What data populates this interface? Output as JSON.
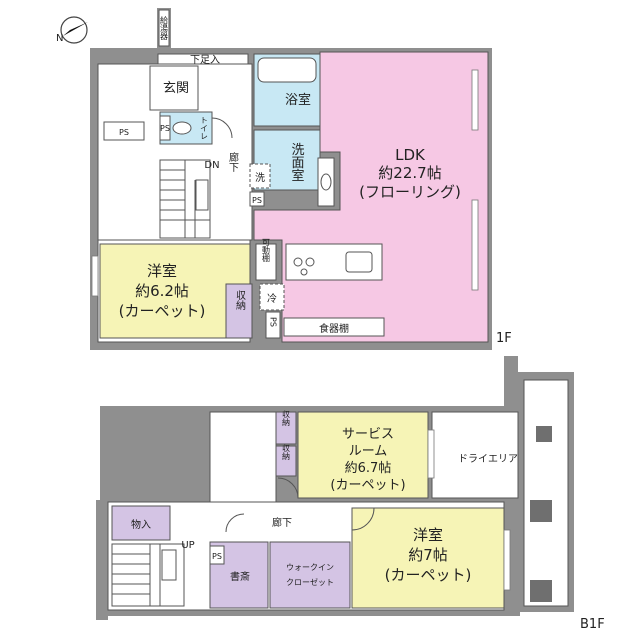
{
  "compass": {
    "north_label": "N"
  },
  "floor_1f": {
    "floor_label": "1F",
    "water_heater": "給湯器",
    "shoe_storage": "下足入",
    "entrance": "玄関",
    "ps_entrance": "PS",
    "ps_small_toilet": "PS",
    "toilet": "トイレ",
    "down_label": "DN",
    "hallway": "廊下",
    "bathroom": "浴室",
    "washroom": "洗面室",
    "washer": "洗",
    "ps_washroom": "PS",
    "ldk_name": "LDK",
    "ldk_size": "約22.7帖",
    "ldk_floor": "(フローリング)",
    "movable_shelf": "可動棚",
    "refrigerator": "冷",
    "ps_kitchen": "PS",
    "cupboard": "食器棚",
    "bedroom_name": "洋室",
    "bedroom_size": "約6.2帖",
    "bedroom_floor": "(カーペット)",
    "closet": "収納"
  },
  "floor_b1f": {
    "floor_label": "B1F",
    "closet_upper": "収納",
    "closet_lower": "収納",
    "service_room_name_1": "サービス",
    "service_room_name_2": "ルーム",
    "service_room_size": "約6.7帖",
    "service_room_floor": "(カーペット)",
    "dry_area": "ドライエリア",
    "storage": "物入",
    "up_label": "UP",
    "hallway": "廊下",
    "ps_study": "PS",
    "study": "書斎",
    "walk_in_1": "ウォークイン",
    "walk_in_2": "クローゼット",
    "bedroom_name": "洋室",
    "bedroom_size": "約7帖",
    "bedroom_floor": "(カーペット)"
  }
}
